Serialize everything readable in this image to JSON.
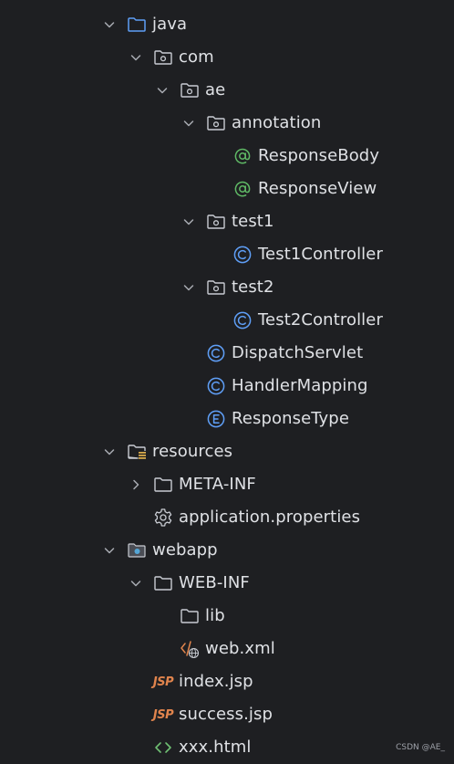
{
  "tree": [
    {
      "label": "java",
      "depth": 0,
      "expand": "expanded",
      "icon": "source-folder-icon"
    },
    {
      "label": "com",
      "depth": 1,
      "expand": "expanded",
      "icon": "package-icon"
    },
    {
      "label": "ae",
      "depth": 2,
      "expand": "expanded",
      "icon": "package-icon"
    },
    {
      "label": "annotation",
      "depth": 3,
      "expand": "expanded",
      "icon": "package-icon"
    },
    {
      "label": "ResponseBody",
      "depth": 4,
      "expand": "none",
      "icon": "annotation-icon"
    },
    {
      "label": "ResponseView",
      "depth": 4,
      "expand": "none",
      "icon": "annotation-icon"
    },
    {
      "label": "test1",
      "depth": 3,
      "expand": "expanded",
      "icon": "package-icon"
    },
    {
      "label": "Test1Controller",
      "depth": 4,
      "expand": "none",
      "icon": "class-icon"
    },
    {
      "label": "test2",
      "depth": 3,
      "expand": "expanded",
      "icon": "package-icon"
    },
    {
      "label": "Test2Controller",
      "depth": 4,
      "expand": "none",
      "icon": "class-icon"
    },
    {
      "label": "DispatchServlet",
      "depth": 3,
      "expand": "none",
      "icon": "class-icon"
    },
    {
      "label": "HandlerMapping",
      "depth": 3,
      "expand": "none",
      "icon": "class-icon"
    },
    {
      "label": "ResponseType",
      "depth": 3,
      "expand": "none",
      "icon": "enum-icon"
    },
    {
      "label": "resources",
      "depth": 0,
      "expand": "expanded",
      "icon": "resources-folder-icon"
    },
    {
      "label": "META-INF",
      "depth": 1,
      "expand": "collapsed",
      "icon": "folder-icon"
    },
    {
      "label": "application.properties",
      "depth": 1,
      "expand": "none",
      "icon": "gear-icon"
    },
    {
      "label": "webapp",
      "depth": 0,
      "expand": "expanded",
      "icon": "web-folder-icon"
    },
    {
      "label": "WEB-INF",
      "depth": 1,
      "expand": "expanded",
      "icon": "folder-icon"
    },
    {
      "label": "lib",
      "depth": 2,
      "expand": "none",
      "icon": "folder-icon"
    },
    {
      "label": "web.xml",
      "depth": 2,
      "expand": "none",
      "icon": "xml-icon"
    },
    {
      "label": "index.jsp",
      "depth": 1,
      "expand": "none",
      "icon": "jsp-icon"
    },
    {
      "label": "success.jsp",
      "depth": 1,
      "expand": "none",
      "icon": "jsp-icon"
    },
    {
      "label": "xxx.html",
      "depth": 1,
      "expand": "none",
      "icon": "html-icon"
    }
  ],
  "icon_glyphs": {
    "jsp": "JSP"
  },
  "colors": {
    "background": "#1e1f22",
    "text": "#dfe1e5",
    "chevron": "#a8abb2",
    "folder_outline": "#c9ccd3",
    "source_folder": "#5f9ff7",
    "annotation": "#5fb865",
    "class": "#5f9ff7",
    "jsp": "#e0844d",
    "html": "#6fbf73",
    "web_folder_dot": "#55a6d6",
    "resources_bars": "#d7a94a"
  },
  "watermark": "CSDN @AE_"
}
